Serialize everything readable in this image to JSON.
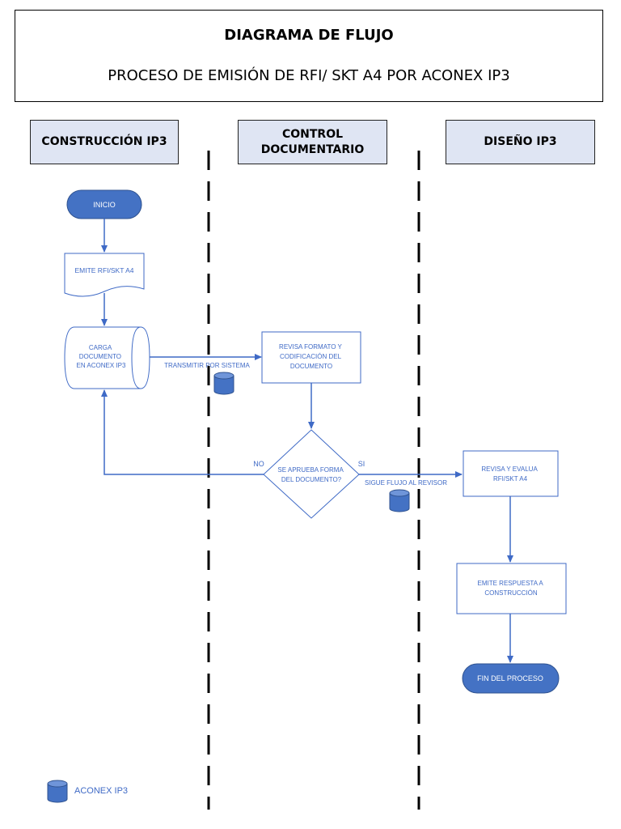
{
  "header": {
    "title": "DIAGRAMA DE FLUJO",
    "subtitle": "PROCESO DE EMISIÓN DE RFI/ SKT A4 POR ACONEX IP3"
  },
  "lanes": [
    {
      "label": "CONSTRUCCIÓN IP3"
    },
    {
      "label": "CONTROL\nDOCUMENTARIO"
    },
    {
      "label": "DISEÑO IP3"
    }
  ],
  "nodes": {
    "inicio": "INICIO",
    "emite_rfi": "EMITE RFI/SKT A4",
    "carga": [
      "CARGA",
      "DOCUMENTO",
      "EN ACONEX IP3"
    ],
    "revisa_formato": [
      "REVISA FORMATO Y",
      "CODIFICACIÓN DEL",
      "DOCUMENTO"
    ],
    "decision": [
      "SE APRUEBA FORMA",
      "DEL DOCUMENTO?"
    ],
    "revisa_evalua": [
      "REVISA Y EVALUA",
      "RFI/SKT A4"
    ],
    "emite_respuesta": [
      "EMITE RESPUESTA A",
      "CONSTRUCCIÓN"
    ],
    "fin": "FIN DEL PROCESO"
  },
  "edge_labels": {
    "transmitir": "TRANSMITIR POR SISTEMA",
    "no": "NO",
    "si": "SI",
    "sigue": "SIGUE FLUJO AL REVISOR"
  },
  "legend": {
    "label": "ACONEX IP3",
    "icon": "database-icon"
  },
  "colors": {
    "accent": "#3f6ac6",
    "terminal_fill": "#4472c4",
    "header_fill": "#dfe5f3"
  }
}
